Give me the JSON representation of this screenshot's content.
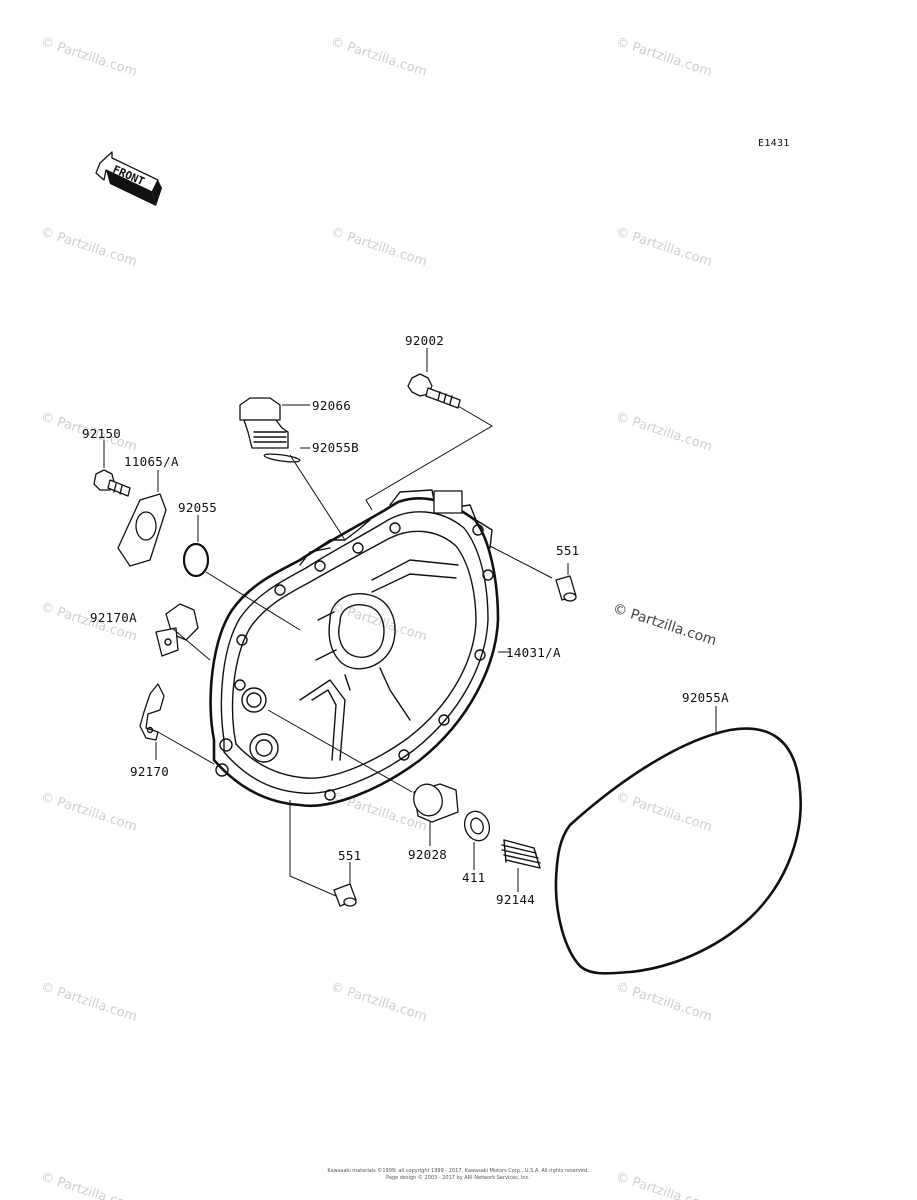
{
  "diagram_code": "E1431",
  "front_arrow_text": "FRONT",
  "watermark_text": "© Partzilla.com",
  "callouts": [
    {
      "id": "c-92002",
      "label": "92002"
    },
    {
      "id": "c-92066",
      "label": "92066"
    },
    {
      "id": "c-92055B",
      "label": "92055B"
    },
    {
      "id": "c-92150",
      "label": "92150"
    },
    {
      "id": "c-11065A",
      "label": "11065/A"
    },
    {
      "id": "c-92055",
      "label": "92055"
    },
    {
      "id": "c-551-top",
      "label": "551"
    },
    {
      "id": "c-92170A",
      "label": "92170A"
    },
    {
      "id": "c-14031A",
      "label": "14031/A"
    },
    {
      "id": "c-92055A",
      "label": "92055A"
    },
    {
      "id": "c-92170",
      "label": "92170"
    },
    {
      "id": "c-551-bottom",
      "label": "551"
    },
    {
      "id": "c-92028",
      "label": "92028"
    },
    {
      "id": "c-411",
      "label": "411"
    },
    {
      "id": "c-92144",
      "label": "92144"
    }
  ],
  "footer": {
    "line1": "Kawasaki materials ©1999; all copyright 1999 - 2017, Kawasaki Motors Corp., U.S.A. All rights reserved.",
    "line2": "Page design © 2003 - 2017 by ARI Network Services, Inc."
  }
}
